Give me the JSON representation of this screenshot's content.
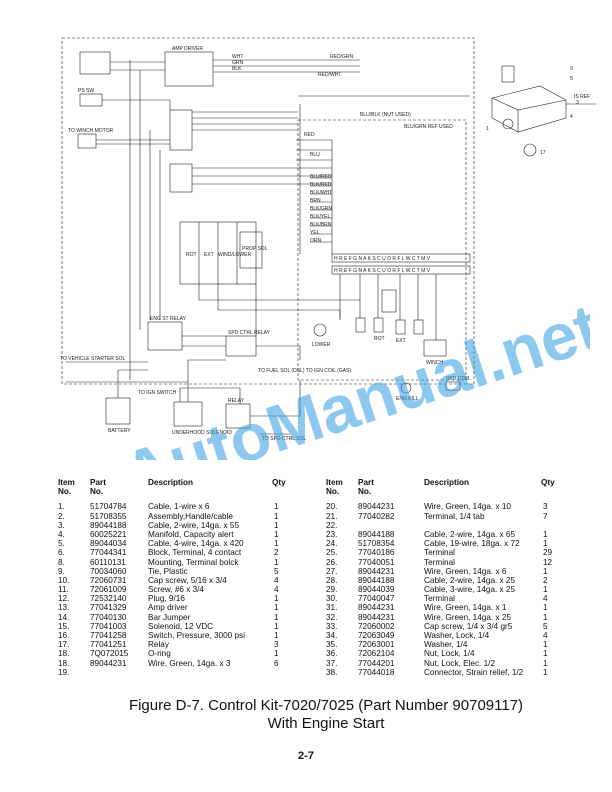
{
  "diagram": {
    "labels": {
      "amp_driver": "AMP DRIVER",
      "ps_sw": "PS SW",
      "to_winch_motor": "TO WINCH MOTOR",
      "to_vehicle_starter": "TO VEHICLE STARTER SOL",
      "to_fuel_sol": "TO FUEL SOL (DSL) TO IGN COIL (GAS)",
      "to_spd_ctrl": "TO SPD CTRL SOL",
      "to_ign_switch": "TO IGN SWITCH",
      "underhood_solenoid": "UNDERHOOD SOLENOID",
      "battery": "BATTERY",
      "eng_st": "ENG ST RELAY",
      "spd_ctrl_relay": "SPD CTRL RELAY",
      "relay": "RELAY",
      "lower": "LOWER",
      "winch": "WINCH",
      "ext": "EXT",
      "rot": "ROT",
      "eng_kill": "ENG KILL",
      "spd_ctrl": "SPD CTRL",
      "bl_blk_nut": "BLU/BLK (NUT USED)",
      "blu_grn_ref": "BLU/GRN REF USED",
      "wht": "WHT",
      "grn": "GRN",
      "blk": "BLK",
      "red": "RED",
      "red_grn": "RED/GRN",
      "red_wht": "RED/WHT",
      "blu": "BLU",
      "blu_red": "BLU/RED",
      "blk_red": "BLK/RED",
      "blk_wht": "BLK/WHT",
      "brn": "BRN",
      "blk_grn": "BLK/GRN",
      "blk_yel": "BLK/YEL",
      "blk_brn": "BLK/BRN",
      "yel": "YEL",
      "orn": "ORN",
      "strip_top": "H R E F G N A K S C U O R F L W C T M V",
      "strip_bottom": "H R E F G N A K S C U O R F L W C T M V",
      "rot_box": "ROT",
      "ext_box": "EXT",
      "windlower": "WIND/LOWER",
      "prop_sol": "PROP SOL",
      "callout_9": "9",
      "callout_3": "3",
      "callout_4": "4",
      "callout_5": "5",
      "callout_1": "1",
      "callout_17": "17",
      "is_ref": "IS REF"
    }
  },
  "watermark": "AutoManual.net",
  "parts_header": {
    "item": "Item",
    "no": "No.",
    "part": "Part",
    "part_no": "No.",
    "description": "Description",
    "qty": "Qty"
  },
  "parts_left": [
    {
      "item": "1.",
      "part": "51704784",
      "description": "Cable, 1-wire x 6",
      "qty": "1"
    },
    {
      "item": "2.",
      "part": "51708355",
      "description": "Assembly,Handle/cable",
      "qty": "1"
    },
    {
      "item": "3.",
      "part": "89044188",
      "description": "Cable, 2-wire, 14ga. x 55",
      "qty": "1"
    },
    {
      "item": "4.",
      "part": "60025221",
      "description": "Manifold, Capacity alert",
      "qty": "1"
    },
    {
      "item": "5.",
      "part": "89044034",
      "description": "Cable, 4-wire, 14ga. x 420",
      "qty": "1"
    },
    {
      "item": "6.",
      "part": "77044341",
      "description": "Block, Terminal, 4 contact",
      "qty": "2"
    },
    {
      "item": "8.",
      "part": "60110131",
      "description": "Mounting, Terminal bolck",
      "qty": "1"
    },
    {
      "item": "9.",
      "part": "70034060",
      "description": "Tie, Plastic",
      "qty": "5"
    },
    {
      "item": "10.",
      "part": "72060731",
      "description": "Cap screw, 5/16 x 3/4",
      "qty": "4"
    },
    {
      "item": "11.",
      "part": "72061009",
      "description": "Screw, #6 x 3/4",
      "qty": "4"
    },
    {
      "item": "12.",
      "part": "72532140",
      "description": "Plug, 9/16",
      "qty": "1"
    },
    {
      "item": "13.",
      "part": "77041329",
      "description": "Amp driver",
      "qty": "1"
    },
    {
      "item": "14.",
      "part": "77040130",
      "description": "Bar Jumper",
      "qty": "1"
    },
    {
      "item": "15.",
      "part": "77041003",
      "description": "Solenoid, 12 VDC",
      "qty": "1"
    },
    {
      "item": "16.",
      "part": "77041258",
      "description": "Switch, Pressure, 3000 psi",
      "qty": "1"
    },
    {
      "item": "17.",
      "part": "77041251",
      "description": "Relay",
      "qty": "3"
    },
    {
      "item": "18.",
      "part": "7Q072015",
      "description": "O-ring",
      "qty": "1"
    },
    {
      "item": "18.",
      "part": "89044231",
      "description": "Wire, Green, 14ga. x 3",
      "qty": "6"
    },
    {
      "item": "19.",
      "part": "",
      "description": "",
      "qty": ""
    }
  ],
  "parts_right": [
    {
      "item": "20.",
      "part": "89044231",
      "description": "Wire, Green, 14ga. x 10",
      "qty": "3"
    },
    {
      "item": "21.",
      "part": "77040282",
      "description": "Terminal, 1/4 tab",
      "qty": "7"
    },
    {
      "item": "22.",
      "part": "",
      "description": "",
      "qty": ""
    },
    {
      "item": "23.",
      "part": "89044188",
      "description": "Cable, 2-wire, 14ga. x 65",
      "qty": "1"
    },
    {
      "item": "24.",
      "part": "51708354",
      "description": "Cable, 19-wire, 18ga. x 72",
      "qty": "1"
    },
    {
      "item": "25.",
      "part": "77040186",
      "description": "Terminal",
      "qty": "29"
    },
    {
      "item": "26.",
      "part": "77040051",
      "description": "Terminal",
      "qty": "12"
    },
    {
      "item": "27.",
      "part": "89044231",
      "description": "Wire, Green, 14ga. x 6",
      "qty": "1"
    },
    {
      "item": "28.",
      "part": "89044188",
      "description": "Cable, 2-wire, 14ga. x 25",
      "qty": "2"
    },
    {
      "item": "29.",
      "part": "89044039",
      "description": "Cable, 3-wire, 14ga. x 25",
      "qty": "1"
    },
    {
      "item": "30.",
      "part": "77040047",
      "description": "Terminal",
      "qty": "4"
    },
    {
      "item": "31.",
      "part": "89044231",
      "description": "Wire, Green, 14ga. x 1",
      "qty": "1"
    },
    {
      "item": "32.",
      "part": "89044231",
      "description": "Wire, Green, 14ga. x 25",
      "qty": "1"
    },
    {
      "item": "33.",
      "part": "72060002",
      "description": "Cap screw, 1/4 x 3/4 gr5",
      "qty": "5"
    },
    {
      "item": "34.",
      "part": "72063049",
      "description": "Washer, Lock, 1/4",
      "qty": "4"
    },
    {
      "item": "35.",
      "part": "72063001",
      "description": "Washer, 1/4",
      "qty": "1"
    },
    {
      "item": "36.",
      "part": "72062104",
      "description": "Nut, Lock, 1/4",
      "qty": "1"
    },
    {
      "item": "37.",
      "part": "77044201",
      "description": "Nut, Lock, Elec. 1/2",
      "qty": "1"
    },
    {
      "item": "38.",
      "part": "77044018",
      "description": "Connector, Strain relief, 1/2",
      "qty": "1"
    }
  ],
  "caption": {
    "line1": "Figure D-7. Control Kit-7020/7025 (Part Number 90709117)",
    "line2": "With Engine Start"
  },
  "page_number": "2-7"
}
